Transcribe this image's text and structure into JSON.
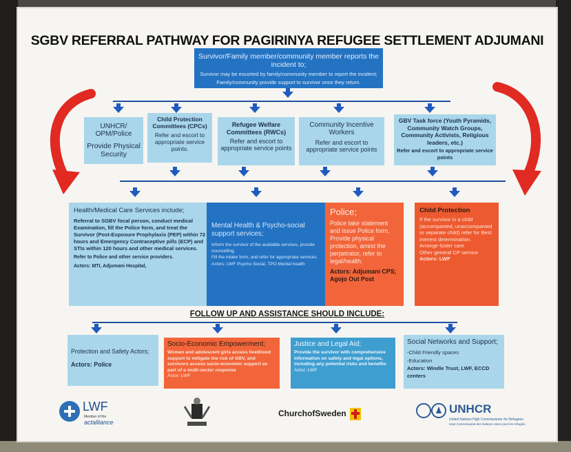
{
  "title": "SGBV REFERRAL PATHWAY FOR PAGIRINYA REFUGEE SETTLEMENT ADJUMANI DISTRICT (LWF-UNHCR)",
  "top_box": {
    "heading": "Survivor/Family member/community member reports the incident to;",
    "sub1": "Survivor may be escorted by family/community member to report the incident;",
    "sub2": "Family/community provide support to survivor once they return."
  },
  "row1": [
    {
      "h": "UNHCR/ OPM/Police",
      "t": "Provide Physical Security"
    },
    {
      "h": "Child Protection Committees (CPCs)",
      "t": "Refer and escort to appropriate service points."
    },
    {
      "h": "Refugee Welfare Committees (RWCs)",
      "t": "Refer and escort to appropriate service points"
    },
    {
      "h": "Community Incentive Workers",
      "t": "Refer and escort to appropriate service points"
    },
    {
      "h": "GBV Task force (Youth Pyramids, Community Watch Groups, Community Activists, Religious leaders, etc.)",
      "t": "Refer and escort to appropriate service points"
    }
  ],
  "row2": {
    "health": {
      "h": "Health/Medical Care Services include;",
      "t1": "Referral to SGBV focal person, conduct medical Examination, fill the Police form, and treat the Survivor (Post-Exposure Prophylaxis (PEP) within 72 hours and Emergency Contraceptive pills (ECP) and STIs within 120 hours and other medical services.",
      "t2": "Refer to Police and other service providers.",
      "t3": "Actors: MTI, Adjumani Hospital,"
    },
    "mental": {
      "h": "Mental Health & Psycho-social support services;",
      "t1": "Inform the survivor of the available services, provide counselling,",
      "t2": "Fill the intake form, and refer for appropriate services.",
      "t3": "Actors: LWF Psycho Social, TPO Mental health"
    },
    "police": {
      "h": "Police;",
      "t1": "Police take statement and issue Police form, Provide physical protection, arrest the perpetrator, refer to legal/health.",
      "t2": "Actors: Adjumani CPS; Agojo Out Post"
    },
    "child": {
      "h": "Child Protection",
      "t1": "If the survivor is a child (accompanied, unaccompanied or separate child) refer for Best interest determination.",
      "t2": "Arrange foster care",
      "t3": "Other general CP service",
      "t4": "Actors: LWF"
    }
  },
  "follow_up": "FOLLOW UP AND ASSISTANCE SHOULD INCLUDE:",
  "row3": [
    {
      "h": "Protection and Safety Actors;",
      "t": "Actors: Police"
    },
    {
      "h": "Socio-Economic Empowerment;",
      "t": "Women and adolescent girls access livelihood support to mitigate the risk of GBV, and survivors access socio-economic support as part of a multi-sector response",
      "a": "Actor: LWF"
    },
    {
      "h": "Justice and Legal Aid;",
      "t": "Provide the survivor with comprehensive information on safety and legal options, including any potential risks and benefits",
      "a": "Actor: LWF"
    },
    {
      "h": "Social Networks and Support;",
      "t1": "-Child Friendly spaces",
      "t2": "-Education",
      "a": "Actors: Windle Trust, LWF, ECCD centers"
    }
  ],
  "logos": {
    "lwf": "LWF",
    "lwf_sub1": "Member of the",
    "lwf_sub2": "actalliance",
    "church": "ChurchofSweden",
    "unhcr": "UNHCR",
    "unhcr_sub1": "United Nations High Commissioner for Refugees",
    "unhcr_sub2": "Haut Commissariat des Nations Unies pour les réfugiés"
  },
  "colors": {
    "blue_dark": "#2373c2",
    "blue_light": "#a9d6ea",
    "blue_mid": "#3f9ed0",
    "navy": "#1f4fa1",
    "orange": "#f2653a",
    "red_arrow": "#e02a22"
  }
}
